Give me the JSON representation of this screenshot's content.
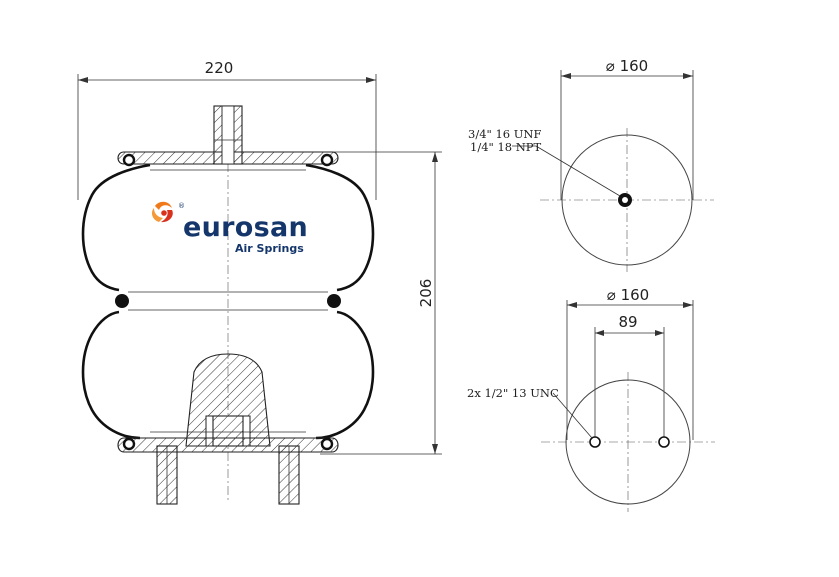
{
  "dimensions": {
    "overall_width": "220",
    "overall_height": "206",
    "top_view_diameter": "⌀ 160",
    "bottom_view_diameter": "⌀ 160",
    "bolt_spacing": "89"
  },
  "callouts": {
    "top_thread_1": "3/4\" 16 UNF",
    "top_thread_2": "1/4\" 18 NPT",
    "bottom_threads": "2x 1/2\" 13 UNC"
  },
  "logo": {
    "wordmark": "eurosan",
    "subtitle": "Air Springs",
    "registered_mark": "®",
    "colors": {
      "text": "#14366b",
      "swirl_orange": "#f07a1a",
      "swirl_red": "#d8321f"
    }
  },
  "colors": {
    "line": "#111111",
    "hatch": "#333333"
  }
}
